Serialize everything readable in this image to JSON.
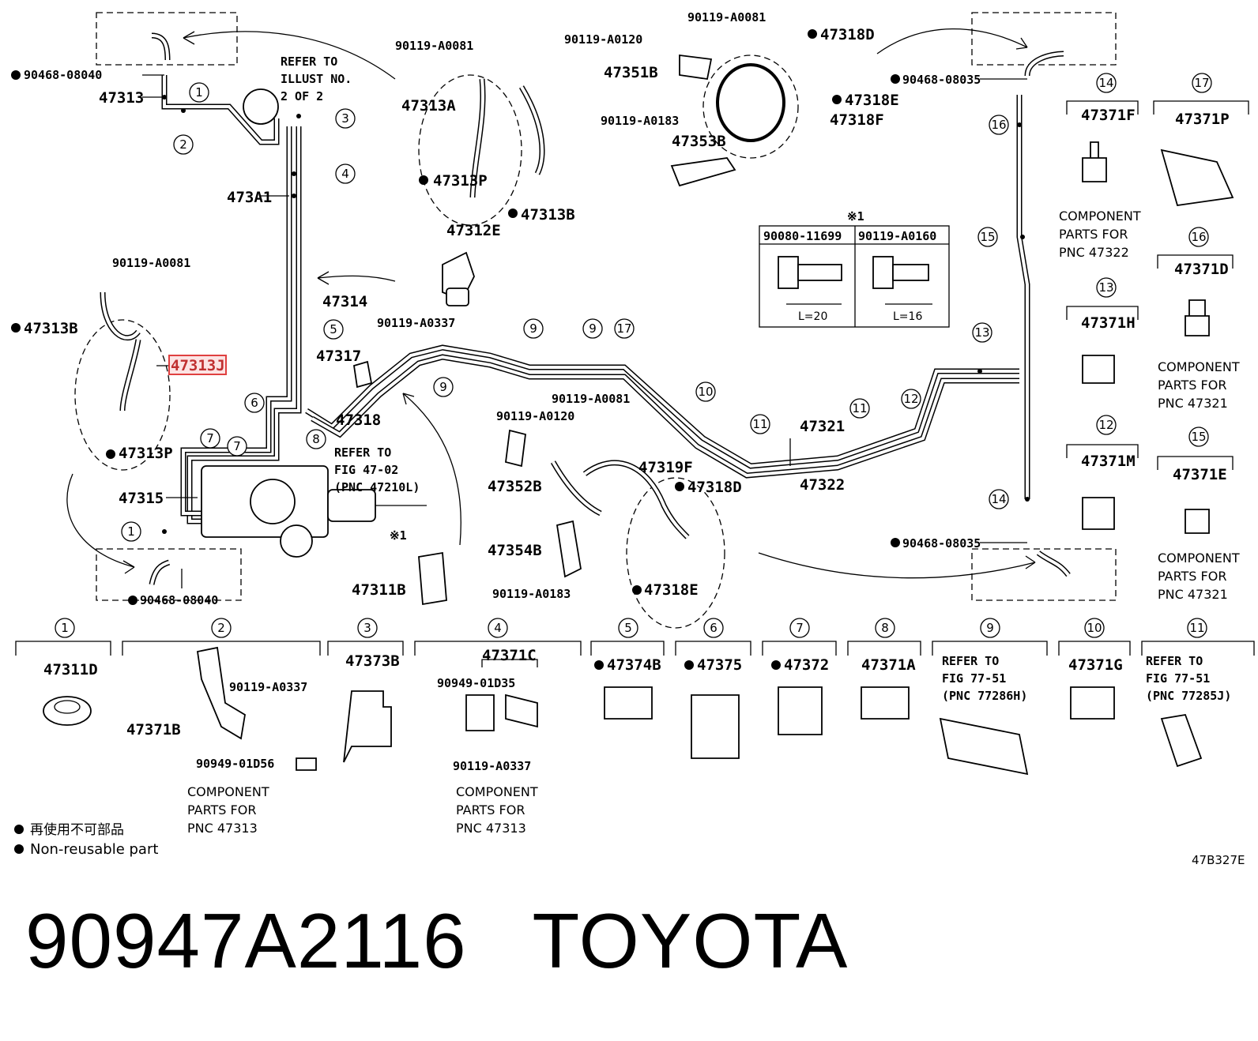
{
  "callouts": {
    "p47313": "47313",
    "p90468a": "90468-08040",
    "refer1": "REFER TO",
    "refer2": "ILLUST NO.",
    "refer3": "2 OF 2",
    "p473A1": "473A1",
    "p90119_0081_top": "90119-A0081",
    "p47313A": "47313A",
    "p47313P_top": "47313P",
    "p47313B_top": "47313B",
    "p90119_0120_top": "90119-A0120",
    "p90119_0081_top2": "90119-A0081",
    "p47318D_top": "47318D",
    "p47351B": "47351B",
    "p47318E_top": "47318E",
    "p47318F": "47318F",
    "p90119_0183_top": "90119-A0183",
    "p47353B": "47353B",
    "p90468_8035_top": "90468-08035",
    "p47312E": "47312E",
    "p90119_0337_mid": "90119-A0337",
    "p47314": "47314",
    "p90119_0081_left": "90119-A0081",
    "p47313B_left": "47313B",
    "p47313J": "47313J",
    "p47313P_left": "47313P",
    "p47317": "47317",
    "p47318": "47318",
    "refer_fig1": "REFER TO",
    "refer_fig2": "FIG 47-02",
    "refer_fig3": "(PNC 47210L)",
    "p47315": "47315",
    "p90468b": "90468-08040",
    "p47311B": "47311B",
    "p90119_0081_c": "90119-A0081",
    "p90119_0120_c": "90119-A0120",
    "p47352B": "47352B",
    "p47319F": "47319F",
    "p47318D_mid": "47318D",
    "p47354B": "47354B",
    "p90119_0183_c": "90119-A0183",
    "p47318E_mid": "47318E",
    "p47321": "47321",
    "p47322": "47322",
    "p90468_8035_bot": "90468-08035",
    "mark1": "※1",
    "mark1b": "※1",
    "bolt1": "90080-11699",
    "bolt2": "90119-A0160",
    "len1": "L=20",
    "len2": "L=16"
  },
  "right_column": {
    "p47371F": "47371F",
    "p47371P": "47371P",
    "p47371D": "47371D",
    "p47371H": "47371H",
    "p47371M": "47371M",
    "p47371E": "47371E",
    "comp_47322": [
      "COMPONENT",
      "PARTS FOR",
      "PNC 47322"
    ],
    "comp_47321a": [
      "COMPONENT",
      "PARTS FOR",
      "PNC 47321"
    ],
    "comp_47321b": [
      "COMPONENT",
      "PARTS FOR",
      "PNC 47321"
    ]
  },
  "bottom_row": {
    "p47311D": "47311D",
    "p47371B": "47371B",
    "p90119_0337_b": "90119-A0337",
    "p90949_01D56": "90949-01D56",
    "p47373B": "47373B",
    "p47371C": "47371C",
    "p90949_01D35": "90949-01D35",
    "p90119_0337_c": "90119-A0337",
    "p47374B": "47374B",
    "p47375": "47375",
    "p47372": "47372",
    "p47371A": "47371A",
    "refer9": [
      "REFER TO",
      "FIG 77-51",
      "(PNC 77286H)"
    ],
    "p47371G": "47371G",
    "refer11": [
      "REFER TO",
      "FIG 77-51",
      "(PNC 77285J)"
    ],
    "comp_47313a": [
      "COMPONENT",
      "PARTS FOR",
      "PNC 47313"
    ],
    "comp_47313b": [
      "COMPONENT",
      "PARTS FOR",
      "PNC 47313"
    ]
  },
  "legend": {
    "jp": "再使用不可部品",
    "en": "Non-reusable part"
  },
  "drawing_code": "47B327E",
  "footer": {
    "part_number": "90947A2116",
    "brand": "TOYOTA"
  },
  "colors": {
    "highlight": "#e04040"
  }
}
